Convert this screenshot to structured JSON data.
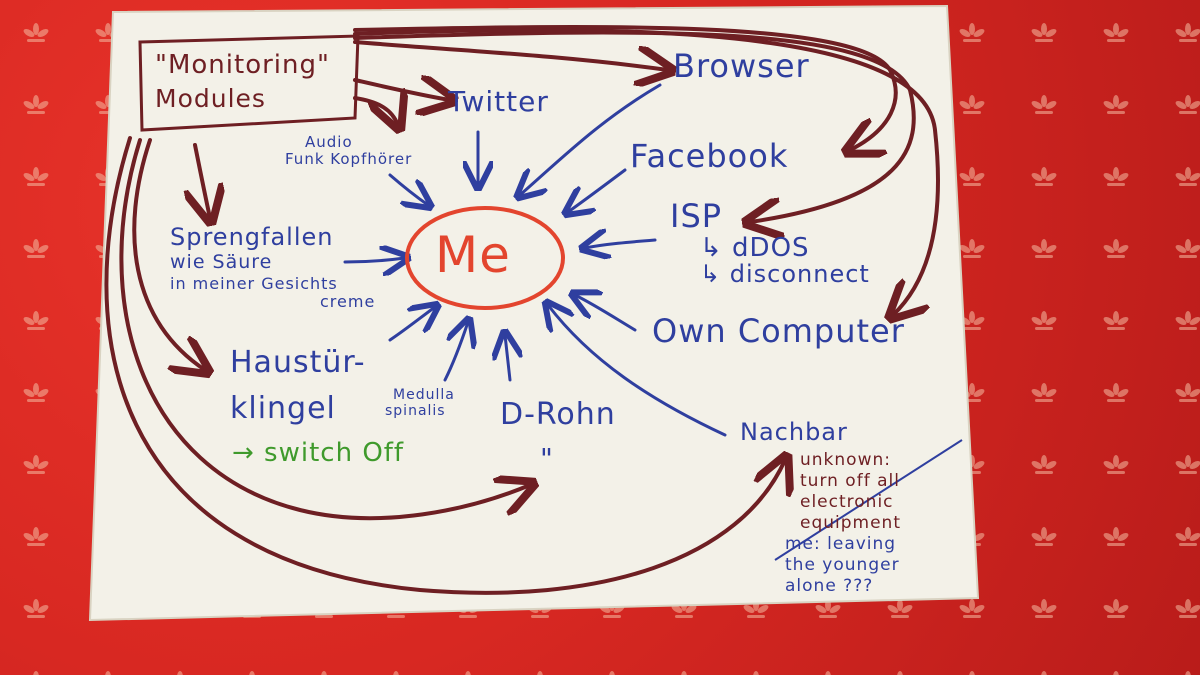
{
  "diagram": {
    "source_box": {
      "line1": "\"Monitoring\"",
      "line2": "Modules"
    },
    "center": "Me",
    "nodes": {
      "twitter": "Twitter",
      "browser": "Browser",
      "facebook": "Facebook",
      "isp": "ISP",
      "isp_sub1": "↳ dDOS",
      "isp_sub2": "↳ disconnect",
      "own_computer": "Own Computer",
      "audio_line1": "Audio",
      "audio_line2": "Funk Kopfhörer",
      "spreng_line1": "Sprengfallen",
      "spreng_line2": "wie Säure",
      "spreng_line3": "in meiner Gesichts",
      "spreng_line4": "creme",
      "haustuer_line1": "Haustür-",
      "haustuer_line2": "klingel",
      "switch_off": "→ switch Off",
      "medulla_line1": "Medulla",
      "medulla_line2": "spinalis",
      "drohn": "D-Rohn",
      "ditto": "\"",
      "nachbar": "Nachbar"
    },
    "note": {
      "line1": "unknown:",
      "line2": "turn off all",
      "line3": "electronic",
      "line4": "equipment",
      "line5": "me: leaving",
      "line6": "the younger",
      "line7": "alone ???"
    },
    "colors": {
      "ink_blue": "#2f3f9f",
      "ink_brown": "#6e1f23",
      "ink_green": "#3f9a2c",
      "ink_orange": "#e3452e",
      "paper": "#f3f1e8",
      "cloth": "#d82822"
    }
  }
}
